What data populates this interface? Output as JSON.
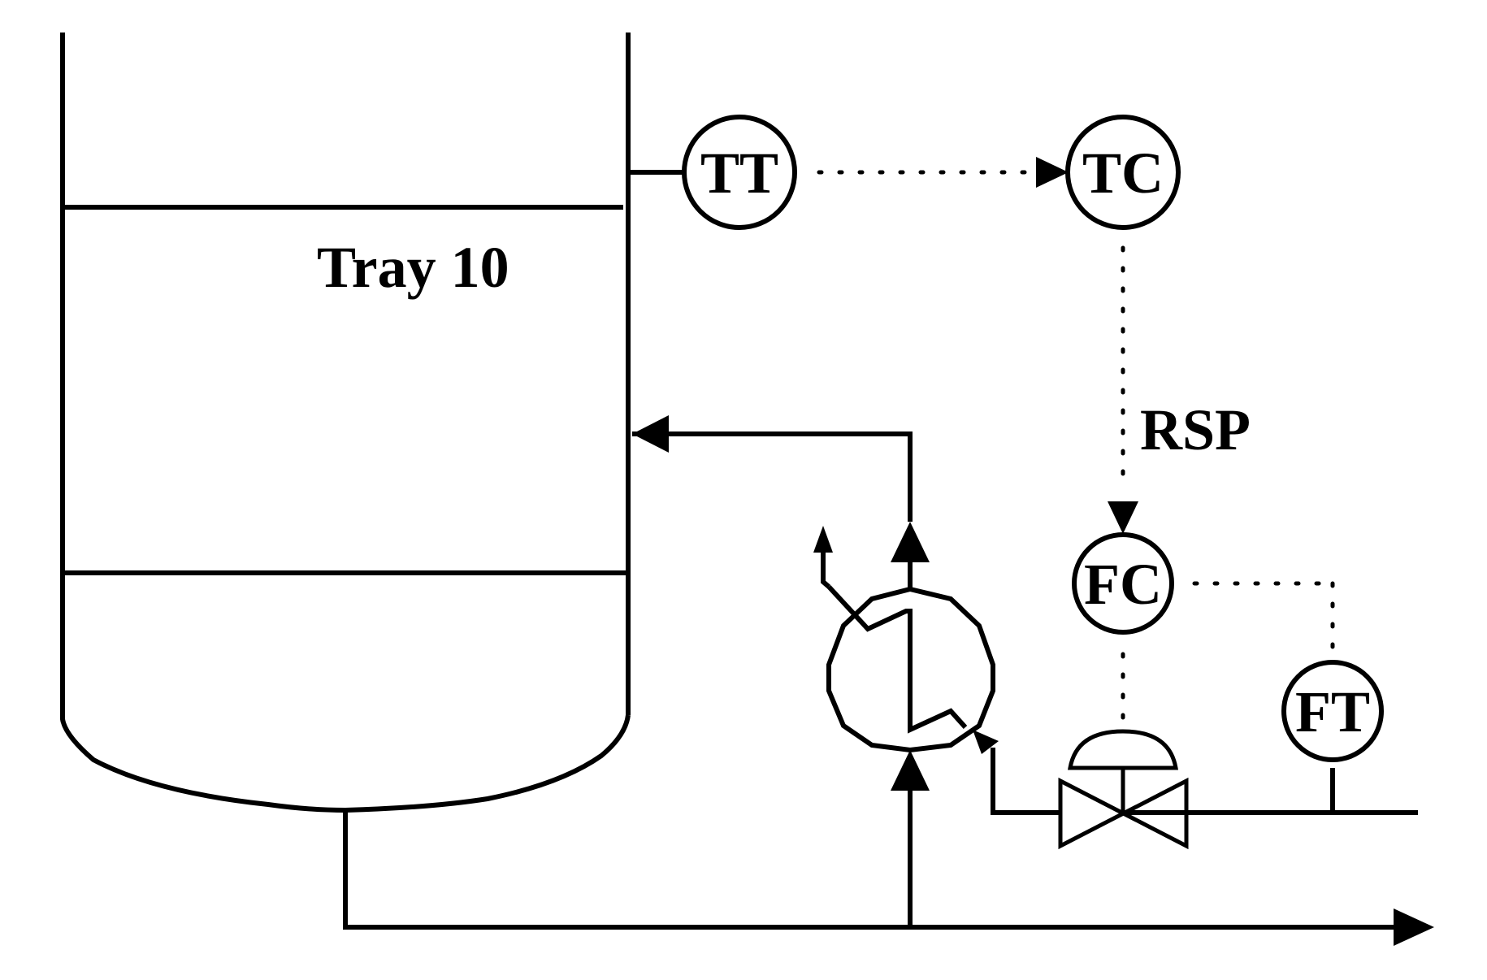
{
  "diagram": {
    "vessel_label": "Tray 10",
    "signal_label": "RSP",
    "instruments": {
      "tt": "TT",
      "tc": "TC",
      "fc": "FC",
      "ft": "FT"
    },
    "colors": {
      "line": "#000000",
      "background": "#ffffff"
    }
  }
}
